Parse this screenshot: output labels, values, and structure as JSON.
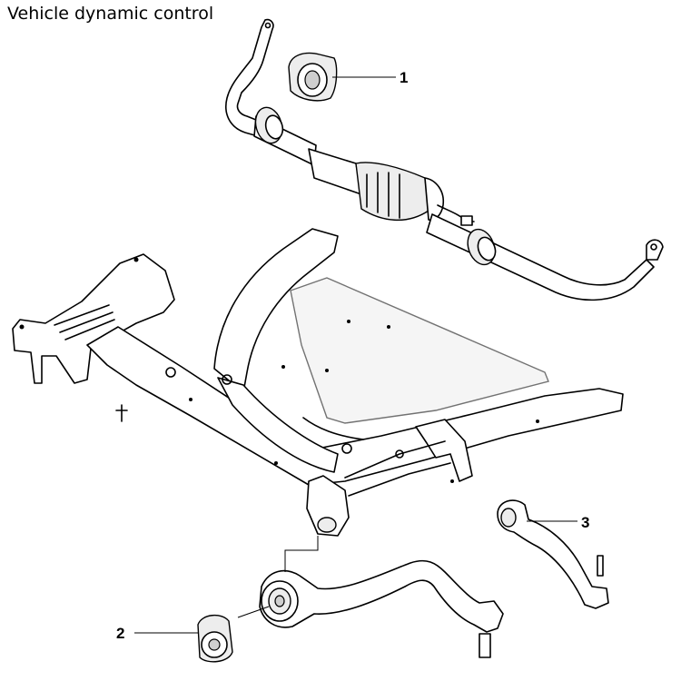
{
  "title": "Vehicle dynamic control",
  "callouts": [
    {
      "number": "1",
      "part": "anti-roll bar bushing"
    },
    {
      "number": "2",
      "part": "wishbone bushing"
    },
    {
      "number": "3",
      "part": "tension strut"
    }
  ]
}
